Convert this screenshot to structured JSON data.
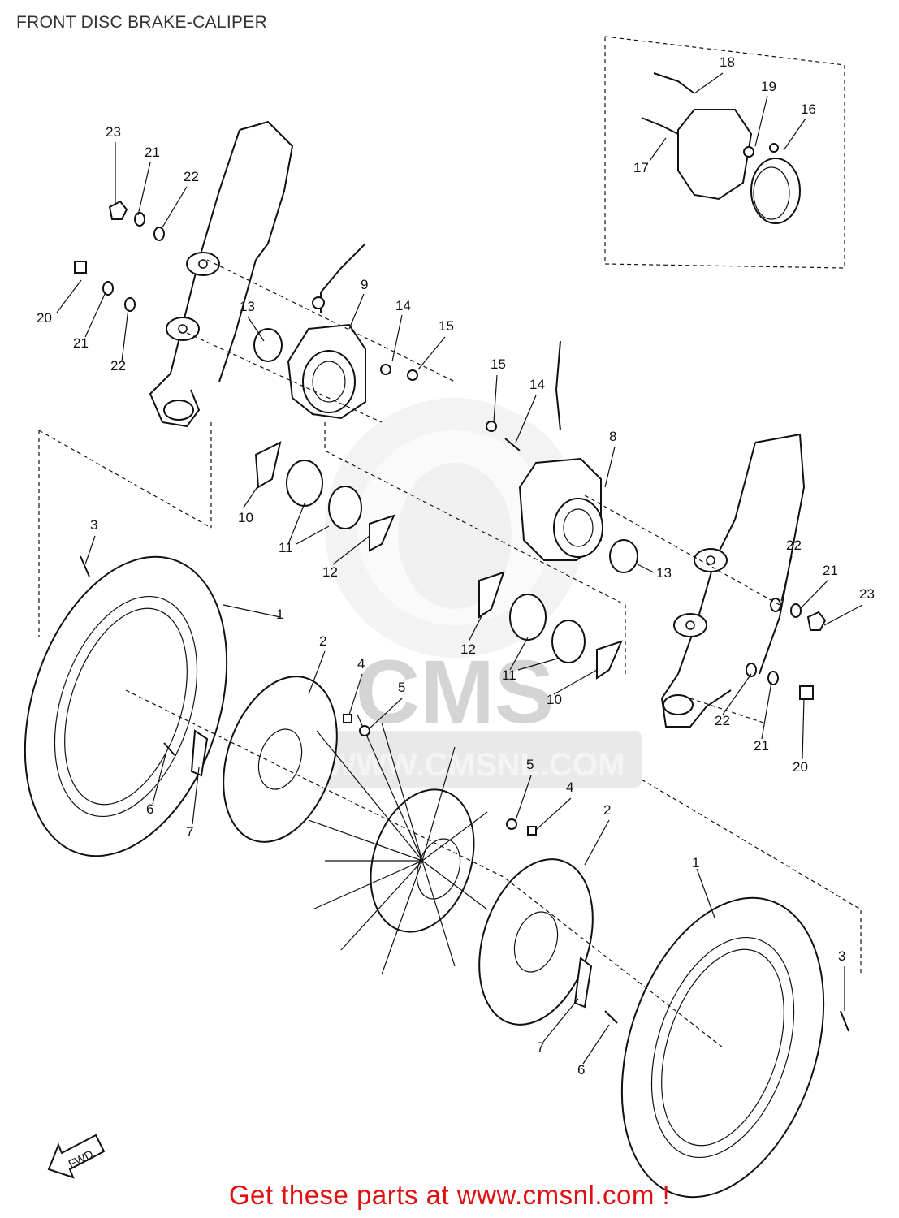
{
  "title": "FRONT DISC BRAKE-CALIPER",
  "footer": "Get these parts at www.cmsnl.com !",
  "watermark": {
    "logo_text": "CMS",
    "site_text": "WWW.CMSNL.COM"
  },
  "fwd_label": "FWD",
  "callouts": [
    "1",
    "2",
    "3",
    "4",
    "5",
    "6",
    "7",
    "8",
    "9",
    "10",
    "11",
    "12",
    "13",
    "14",
    "15",
    "16",
    "17",
    "18",
    "19",
    "20",
    "21",
    "22",
    "23"
  ],
  "colors": {
    "footer": "#e01010",
    "title": "#333333",
    "line": "#111111",
    "watermark": "#d0d0d0"
  }
}
